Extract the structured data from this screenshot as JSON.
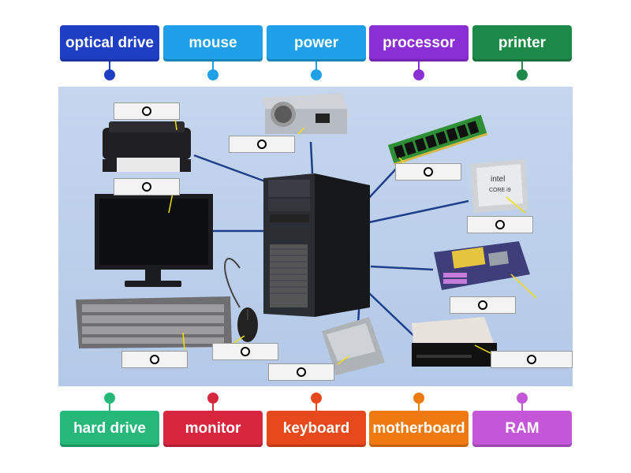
{
  "top_labels": [
    {
      "label": "optical drive",
      "color": "#1e3ec4"
    },
    {
      "label": "mouse",
      "color": "#1fa0e8"
    },
    {
      "label": "power",
      "color": "#1fa0e8"
    },
    {
      "label": "processor",
      "color": "#8a2fd6"
    },
    {
      "label": "printer",
      "color": "#1e8a4a"
    }
  ],
  "bottom_labels": [
    {
      "label": "hard drive",
      "color": "#25b87a"
    },
    {
      "label": "monitor",
      "color": "#d7263d"
    },
    {
      "label": "keyboard",
      "color": "#e8491c"
    },
    {
      "label": "motherboard",
      "color": "#f07a12"
    },
    {
      "label": "RAM",
      "color": "#c357d8"
    }
  ],
  "slots": [
    "printer",
    "power",
    "RAM",
    "monitor",
    "processor",
    "motherboard",
    "keyboard",
    "mouse",
    "hard-drive",
    "optical-drive"
  ],
  "icons": [
    "tower-case",
    "printer",
    "power-supply",
    "ram-stick",
    "cpu-chip",
    "monitor",
    "motherboard",
    "keyboard",
    "mouse",
    "hard-drive",
    "optical-drive"
  ],
  "cpu_brand": {
    "line1": "intel",
    "line2": "CORE i9"
  }
}
